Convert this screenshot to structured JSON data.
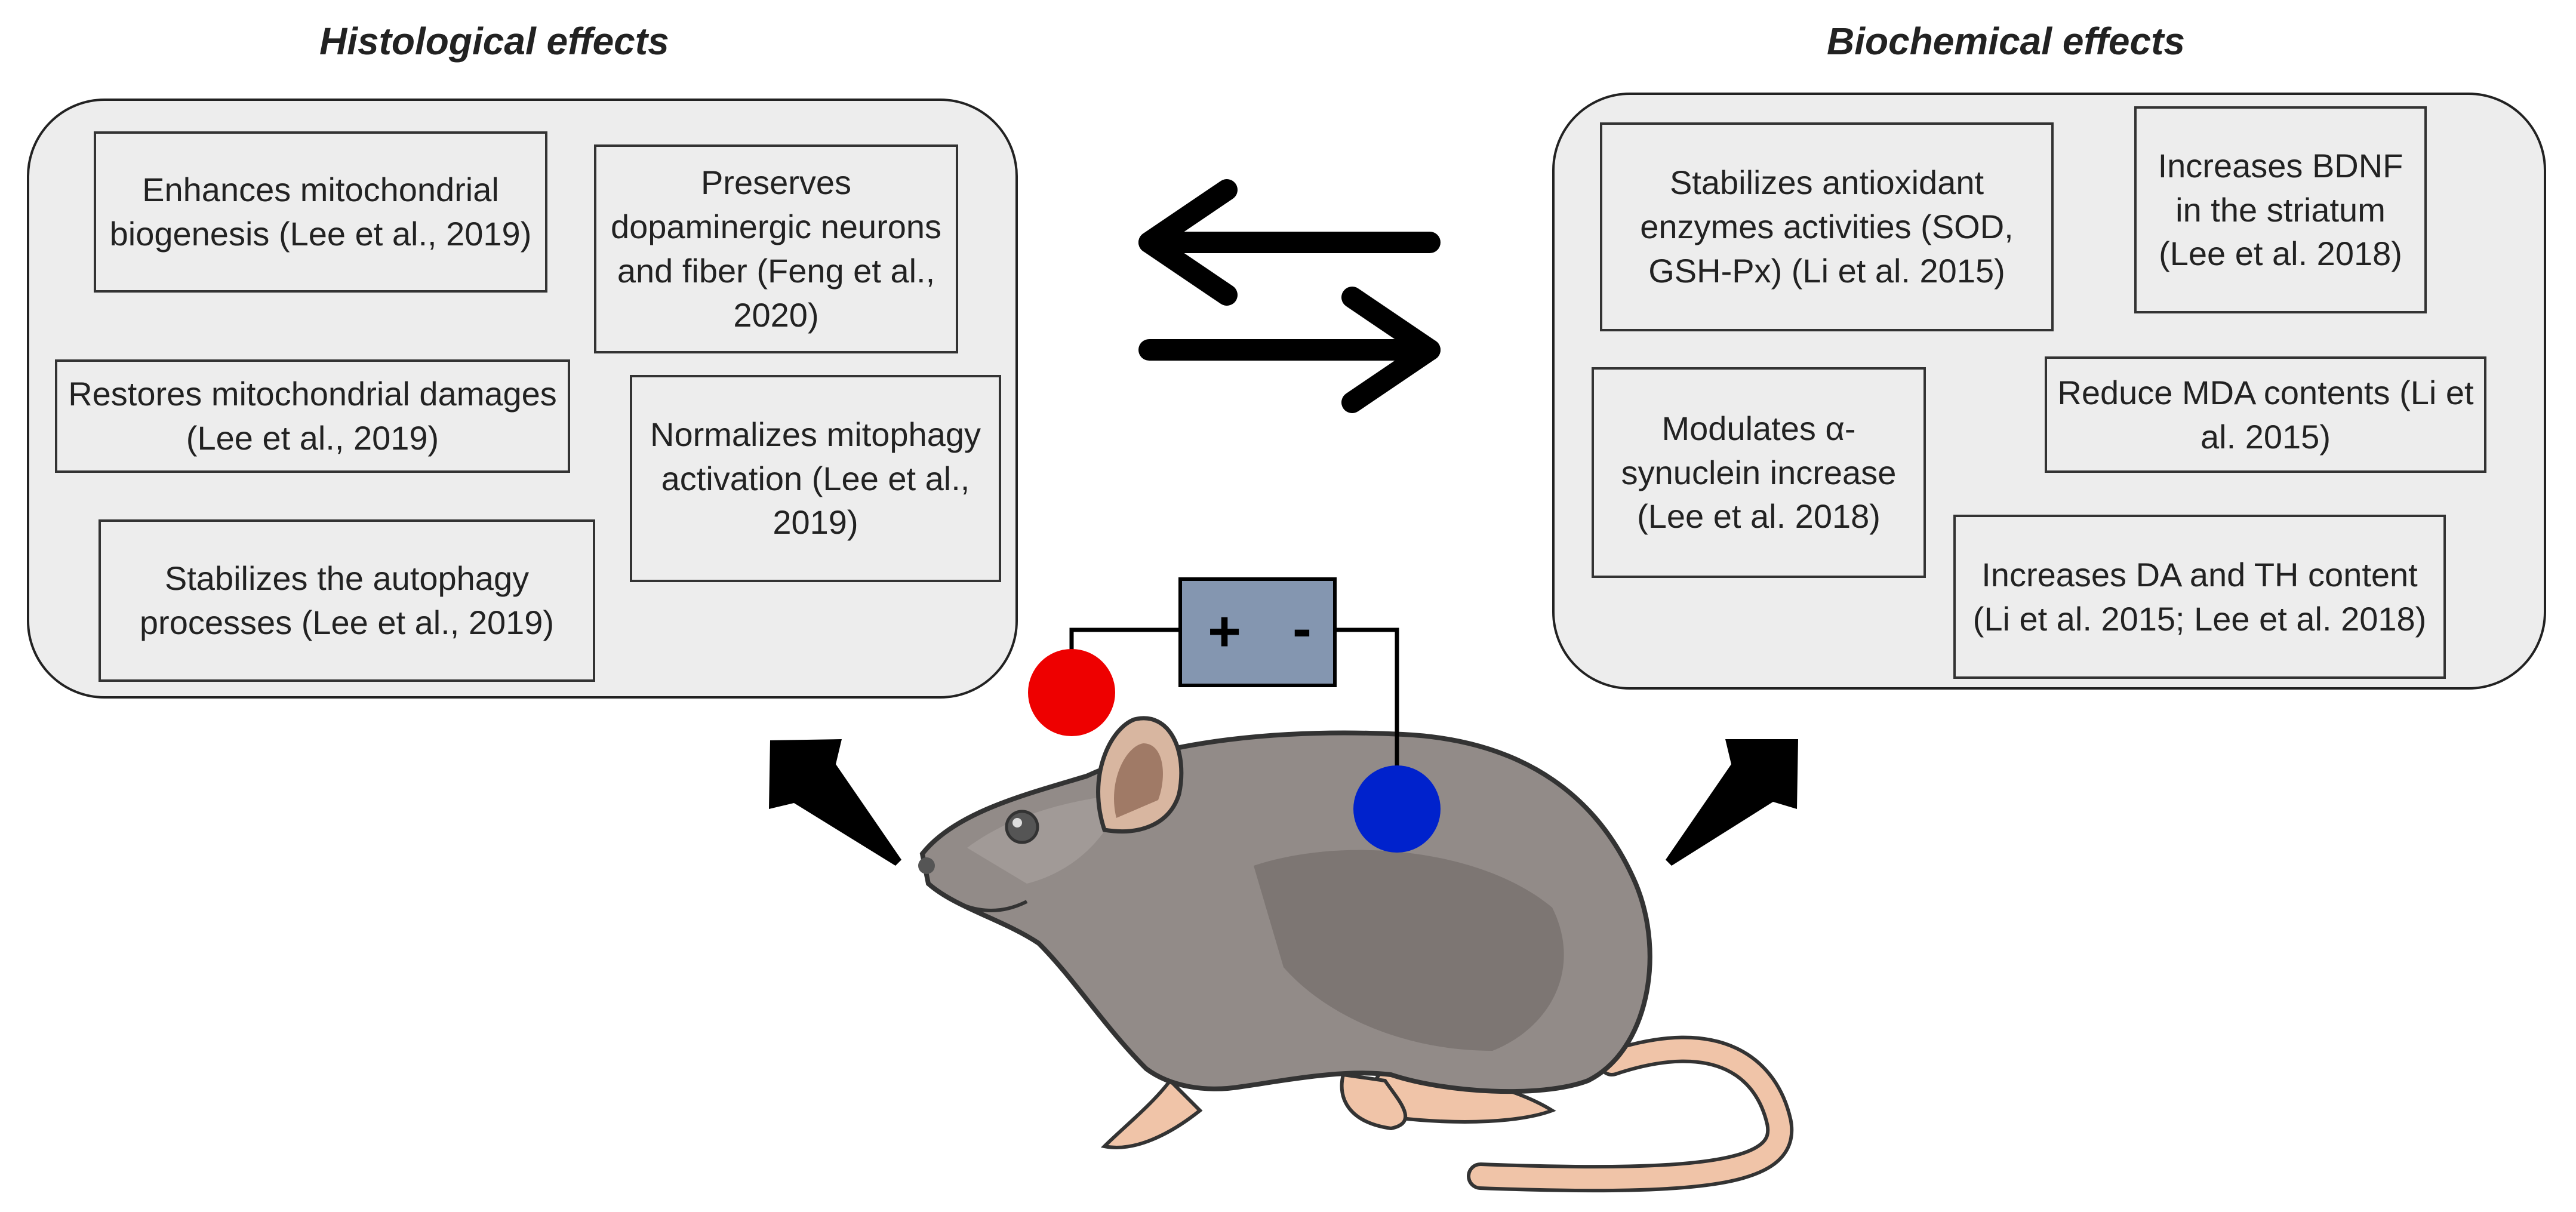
{
  "histological": {
    "heading": "Histological effects",
    "items": [
      "Enhances mitochondrial biogenesis (Lee et al., 2019)",
      "Preserves dopaminergic neurons and fiber (Feng et al., 2020)",
      "Restores mitochondrial damages (Lee et al., 2019)",
      "Normalizes mitophagy activation (Lee et al., 2019)",
      "Stabilizes the autophagy processes (Lee et al., 2019)"
    ]
  },
  "biochemical": {
    "heading": "Biochemical effects",
    "items": [
      "Stabilizes antioxidant enzymes activities (SOD, GSH-Px) (Li et al. 2015)",
      "Increases BDNF in the striatum (Lee et al. 2018)",
      "Modulates α-synuclein increase (Lee et al. 2018)",
      "Reduce MDA contents (Li et al. 2015)",
      "Increases DA and TH content (Li et al. 2015; Lee et al. 2018)"
    ]
  },
  "stimulator": {
    "plus_label": "+",
    "minus_label": "-",
    "anode_color": "#ee0000",
    "cathode_color": "#0022cc",
    "battery_color": "#8496b0"
  }
}
